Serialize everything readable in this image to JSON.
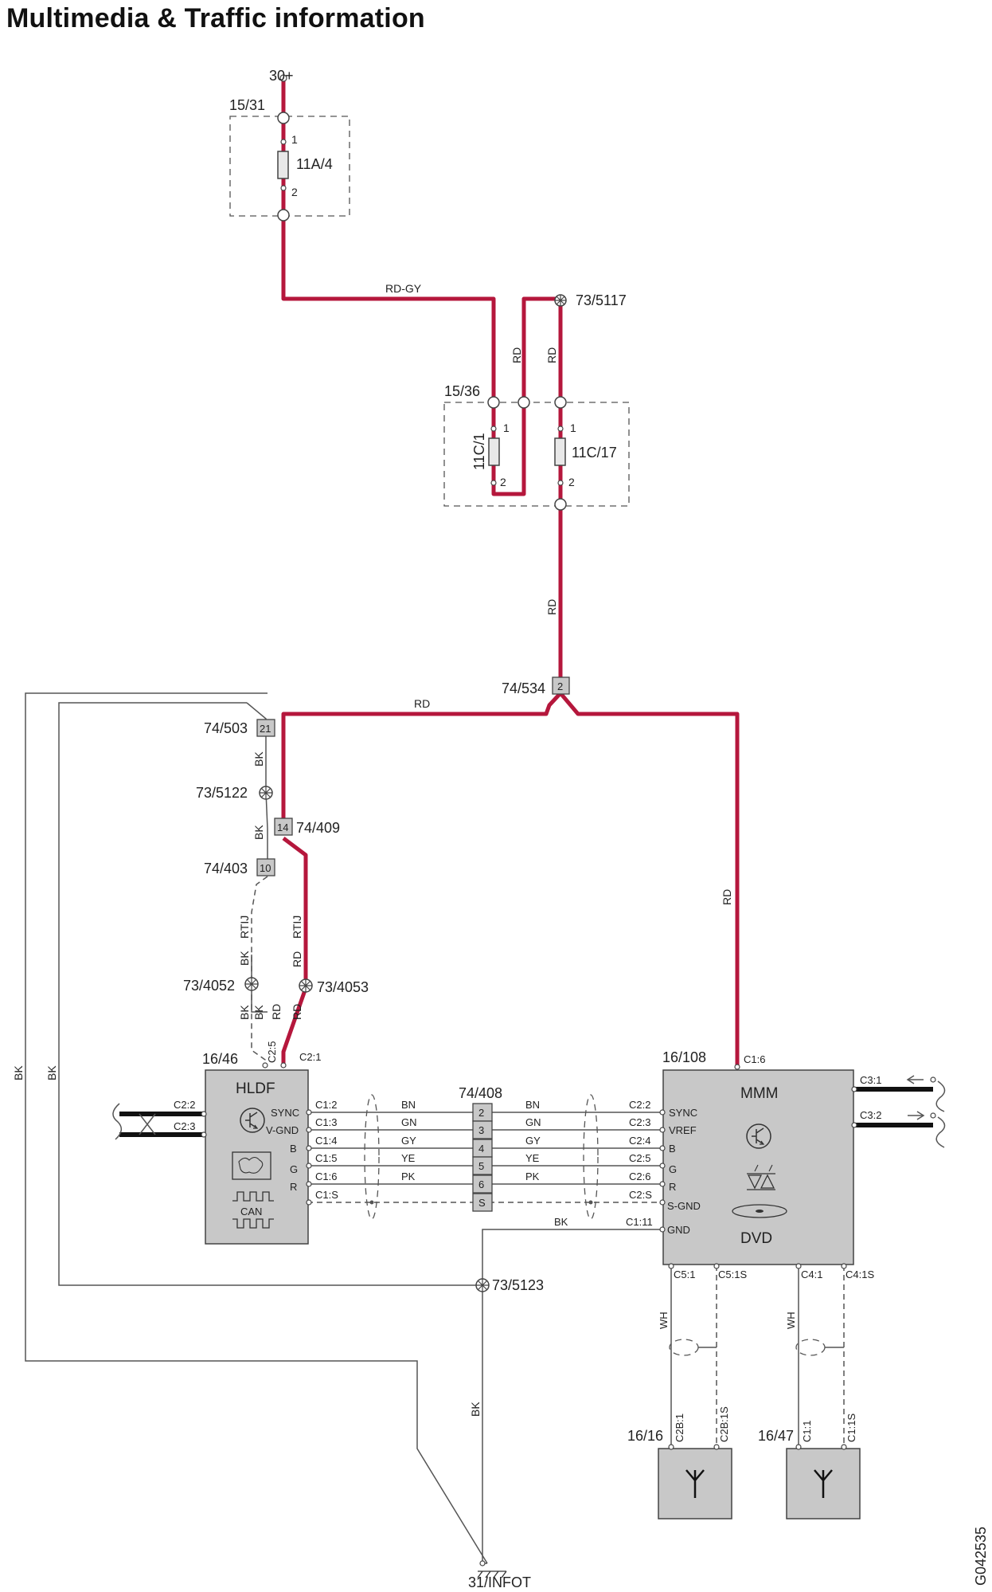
{
  "title": "Multimedia & Traffic information",
  "doc_code": "G042535",
  "power": {
    "supply": "30+",
    "ground": "31/INFOT"
  },
  "fuse_boxes": [
    {
      "id": "15/31",
      "fuses": [
        {
          "name": "11A/4",
          "pin_in": "1",
          "pin_out": "2"
        }
      ]
    },
    {
      "id": "15/36",
      "fuses": [
        {
          "name": "11C/1",
          "pin_in": "1",
          "pin_out": "2"
        },
        {
          "name": "11C/17",
          "pin_in": "1",
          "pin_out": "2"
        }
      ]
    }
  ],
  "splices": [
    "73/5117",
    "73/5122",
    "73/4052",
    "73/4053",
    "73/5123"
  ],
  "connectors": [
    {
      "id": "74/534",
      "pin": "2"
    },
    {
      "id": "74/503",
      "pin": "21"
    },
    {
      "id": "74/409",
      "pin": "14"
    },
    {
      "id": "74/403",
      "pin": "10"
    },
    {
      "id": "74/408",
      "pins": [
        "2",
        "3",
        "4",
        "5",
        "6",
        "S"
      ]
    }
  ],
  "wire_colors": {
    "rd_gy": "RD-GY",
    "rd": "RD",
    "bk": "BK",
    "rtij": "RTIJ",
    "bn": "BN",
    "gn": "GN",
    "gy": "GY",
    "ye": "YE",
    "pk": "PK",
    "wh": "WH"
  },
  "modules": {
    "hldf": {
      "id": "16/46",
      "name": "HLDF",
      "can_label": "CAN",
      "top_pins": [
        "C2:5",
        "C2:1"
      ],
      "left_pins": [
        "C2:2",
        "C2:3"
      ],
      "signals": [
        "SYNC",
        "V-GND",
        "B",
        "G",
        "R"
      ],
      "pins": [
        "C1:2",
        "C1:3",
        "C1:4",
        "C1:5",
        "C1:6",
        "C1:S"
      ]
    },
    "mmm": {
      "id": "16/108",
      "name": "MMM",
      "sub": "DVD",
      "top_pin": "C1:6",
      "signals": [
        "SYNC",
        "VREF",
        "B",
        "G",
        "R",
        "S-GND",
        "GND"
      ],
      "pins": [
        "C2:2",
        "C2:3",
        "C2:4",
        "C2:5",
        "C2:6",
        "C2:S",
        "C1:11"
      ],
      "right_pins": [
        "C3:1",
        "C3:2"
      ],
      "bottom_pins": [
        "C5:1",
        "C5:1S",
        "C4:1",
        "C4:1S"
      ]
    }
  },
  "antennas": [
    {
      "id": "16/16",
      "pins": [
        "C2B:1",
        "C2B:1S"
      ]
    },
    {
      "id": "16/47",
      "pins": [
        "C1:1",
        "C1:1S"
      ]
    }
  ],
  "colors": {
    "power_wire": "#b5173c",
    "module_fill": "#c8c8c8",
    "thin_wire": "#555555"
  }
}
